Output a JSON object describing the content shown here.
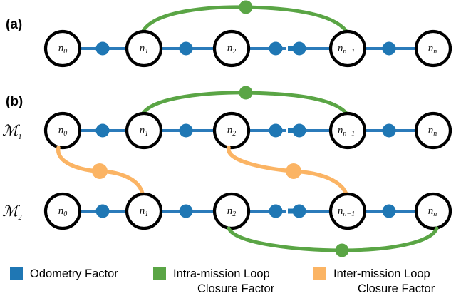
{
  "figure": {
    "panels": [
      {
        "tag": "(a)"
      },
      {
        "tag": "(b)"
      }
    ],
    "mission_labels": [
      {
        "base": "ℳ",
        "sub": "1"
      },
      {
        "base": "ℳ",
        "sub": "2"
      }
    ],
    "node_labels": [
      {
        "base": "n",
        "sub": "0"
      },
      {
        "base": "n",
        "sub": "1"
      },
      {
        "base": "n",
        "sub": "2"
      },
      {
        "base": "n",
        "sub": "n−1"
      },
      {
        "base": "n",
        "sub": "n"
      }
    ],
    "colors": {
      "odometry": "#1f77b4",
      "edge": "#2b7bba",
      "intra_mission": "#5aa545",
      "inter_mission": "#fbb464",
      "node_stroke": "#000000",
      "node_fill": "#ffffff",
      "background": "#ffffff"
    },
    "ellipsis_marker": "·"
  },
  "legend": {
    "items": [
      {
        "label": "Odometry Factor",
        "label_line2": "",
        "color_key": "odometry",
        "swatch": "blue-square"
      },
      {
        "label": "Intra-mission Loop",
        "label_line2": "Closure Factor",
        "color_key": "intra_mission",
        "swatch": "green-square"
      },
      {
        "label": "Inter-mission Loop",
        "label_line2": "Closure Factor",
        "color_key": "inter_mission",
        "swatch": "orange-square"
      }
    ]
  }
}
